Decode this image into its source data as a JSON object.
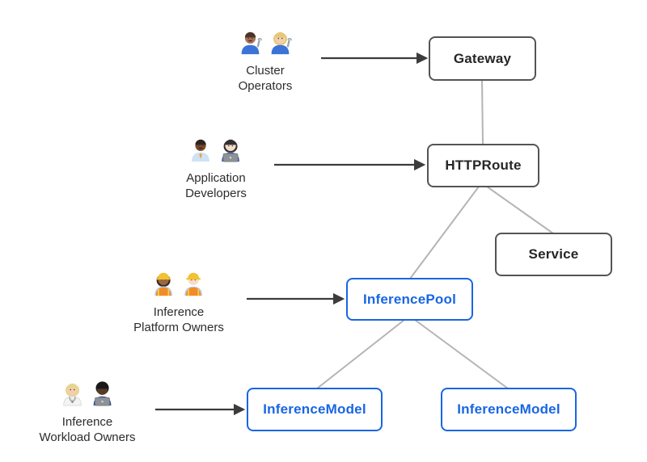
{
  "diagram": {
    "nodes": {
      "gateway": {
        "label": "Gateway",
        "style": "dark"
      },
      "httproute": {
        "label": "HTTPRoute",
        "style": "dark"
      },
      "service": {
        "label": "Service",
        "style": "dark"
      },
      "inferencepool": {
        "label": "InferencePool",
        "style": "blue"
      },
      "inferencemodel_left": {
        "label": "InferenceModel",
        "style": "blue"
      },
      "inferencemodel_right": {
        "label": "InferenceModel",
        "style": "blue"
      }
    },
    "personas": {
      "cluster_operators": {
        "line1": "Cluster",
        "line2": "Operators",
        "icons": [
          {
            "name": "man-mechanic-emoji",
            "char": "👨🏽‍🔧",
            "skin": "#a97155",
            "hair": "#4a342a",
            "hairstyle": "short",
            "shirt": "#3b74d6",
            "wrench": true,
            "mustache": true
          },
          {
            "name": "woman-mechanic-emoji",
            "char": "👩🏼‍🔧",
            "skin": "#f3cfae",
            "hair": "#e6c878",
            "hairstyle": "long",
            "shirt": "#3b74d6",
            "wrench": true
          }
        ]
      },
      "application_developers": {
        "line1": "Application",
        "line2": "Developers",
        "icons": [
          {
            "name": "man-office-worker-emoji",
            "char": "👨🏾‍💼",
            "skin": "#7b4a2d",
            "hair": "#2e241e",
            "hairstyle": "short",
            "shirt": "#cfe2f3",
            "tie": "#e0a63e",
            "mustache": true
          },
          {
            "name": "woman-technologist-emoji",
            "char": "👩🏻‍💻",
            "skin": "#f6ddc9",
            "hair": "#33302e",
            "hairstyle": "long",
            "shirt": "#3f5ea8",
            "laptop": true
          }
        ]
      },
      "inference_platform_owners": {
        "line1": "Inference",
        "line2": "Platform Owners",
        "icons": [
          {
            "name": "woman-construction-worker-emoji",
            "char": "👷🏾‍♀️",
            "skin": "#9c6644",
            "hair": "#3a2a20",
            "hairstyle": "long",
            "shirt": "#b9cdea",
            "vest": true,
            "helmet": true
          },
          {
            "name": "man-construction-worker-emoji",
            "char": "👷🏻",
            "skin": "#f6ddc9",
            "hair": "#a8793f",
            "hairstyle": "short",
            "shirt": "#b9cdea",
            "vest": true,
            "helmet": true
          }
        ]
      },
      "inference_workload_owners": {
        "line1": "Inference",
        "line2": "Workload Owners",
        "icons": [
          {
            "name": "health-worker-emoji",
            "char": "🧑🏼‍⚕️",
            "skin": "#f3cfae",
            "hair": "#e8d491",
            "hairstyle": "long",
            "shirt": "#f3f3f3",
            "coat": true,
            "stethoscope": true
          },
          {
            "name": "man-technologist-emoji",
            "char": "👨🏿‍💻",
            "skin": "#5a3a26",
            "hair": "#191919",
            "hairstyle": "afro",
            "shirt": "#2f4f9e",
            "laptop": true
          }
        ]
      }
    },
    "edges": [
      {
        "id": "cluster-operators-to-gateway",
        "from": "cluster_operators",
        "to": "gateway",
        "kind": "arrow"
      },
      {
        "id": "application-developers-to-httproute",
        "from": "application_developers",
        "to": "httproute",
        "kind": "arrow"
      },
      {
        "id": "platform-owners-to-inferencepool",
        "from": "inference_platform_owners",
        "to": "inferencepool",
        "kind": "arrow"
      },
      {
        "id": "workload-owners-to-inferencemodel-left",
        "from": "inference_workload_owners",
        "to": "inferencemodel_left",
        "kind": "arrow"
      },
      {
        "id": "gateway-to-httproute",
        "from": "gateway",
        "to": "httproute",
        "kind": "line"
      },
      {
        "id": "httproute-to-inferencepool",
        "from": "httproute",
        "to": "inferencepool",
        "kind": "line"
      },
      {
        "id": "httproute-to-service",
        "from": "httproute",
        "to": "service",
        "kind": "line"
      },
      {
        "id": "inferencepool-to-inferencemodel-left",
        "from": "inferencepool",
        "to": "inferencemodel_left",
        "kind": "line"
      },
      {
        "id": "inferencepool-to-inferencemodel-right",
        "from": "inferencepool",
        "to": "inferencemodel_right",
        "kind": "line"
      }
    ]
  },
  "colors": {
    "background": "#ffffff",
    "node_border_dark": "#545454",
    "node_text_dark": "#262626",
    "node_blue": "#1766e3",
    "connector_gray": "#b4b4b4",
    "arrow_dark": "#3c3c3c",
    "label_text": "#2c2c2c"
  }
}
